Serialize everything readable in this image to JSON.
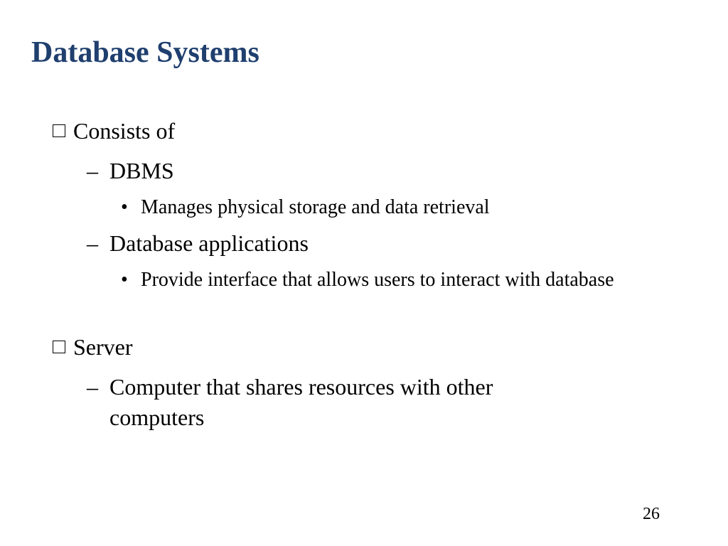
{
  "slide": {
    "title": "Database Systems",
    "page_number": "26",
    "title_color": "#1f3f6e",
    "items": [
      {
        "label": "Consists of",
        "bullet_icon": "checkbox-square-icon",
        "children": [
          {
            "label": "DBMS",
            "bullet": "–",
            "children": [
              {
                "label": "Manages physical storage and data retrieval",
                "bullet": "•"
              }
            ]
          },
          {
            "label": "Database applications",
            "bullet": "–",
            "children": [
              {
                "label": "Provide interface that allows users to interact with database",
                "bullet": "•"
              }
            ]
          }
        ]
      },
      {
        "label": "Server",
        "bullet_icon": "checkbox-square-icon",
        "children": [
          {
            "label": "Computer that shares resources with other computers",
            "bullet": "–",
            "children": []
          }
        ]
      }
    ]
  }
}
